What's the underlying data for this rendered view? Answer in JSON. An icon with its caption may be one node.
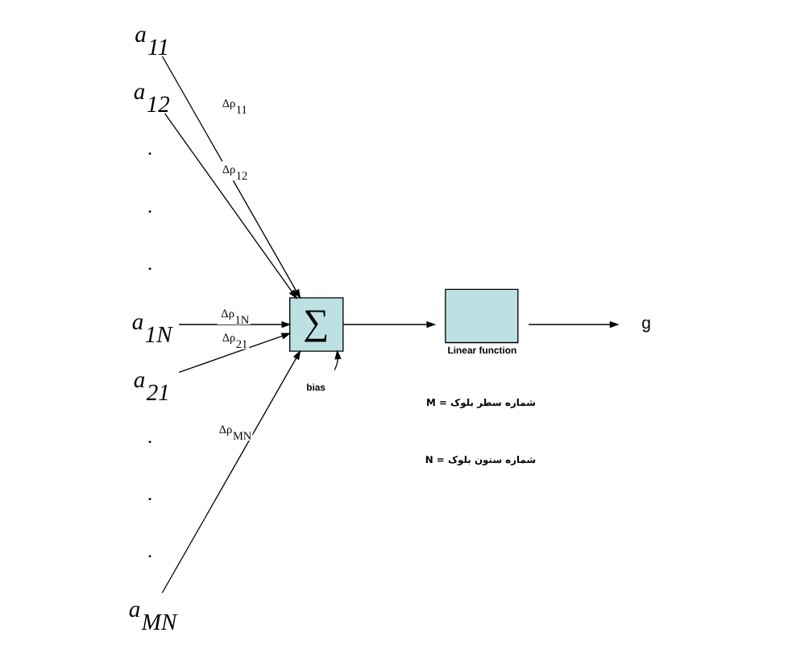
{
  "diagram": {
    "nodes": [
      {
        "text": [
          "a$_{11}$"
        ]
      },
      {
        "text": [
          "a$_{12}$"
        ]
      },
      {
        "text": [
          "a$_{1N}$"
        ]
      },
      {
        "text": [
          "a$_{21}$"
        ]
      },
      {
        "text": [
          "a$_{MN}$"
        ]
      },
      {
        "text": [
          "∑"
        ]
      },
      {
        "text": [
          "Linear function"
        ]
      },
      {
        "text": [
          "g"
        ]
      },
      {
        "text": [
          "bias"
        ]
      }
    ],
    "edges": [
      {
        "from": 0,
        "to": 5,
        "arrow": "to",
        "label": "Δρ$_{11}$"
      },
      {
        "from": 1,
        "to": 5,
        "arrow": "to",
        "label": "Δρ$_{12}$"
      },
      {
        "from": 2,
        "to": 5,
        "arrow": "to",
        "label": "Δρ$_{1N}$"
      },
      {
        "from": 3,
        "to": 5,
        "arrow": "to",
        "label": "Δρ$_{21}$"
      },
      {
        "from": 4,
        "to": 5,
        "arrow": "to",
        "label": "Δρ$_{MN}$"
      },
      {
        "from": 5,
        "to": 6,
        "arrow": "to"
      },
      {
        "from": 6,
        "to": 7,
        "arrow": "to"
      },
      {
        "from": 8,
        "to": 5,
        "arrow": "to"
      }
    ],
    "labels": [
      ".",
      ".",
      ".",
      ".",
      ".",
      ".",
      "M = شماره سطر بلوک",
      "N = شماره ستون بلوک"
    ]
  }
}
